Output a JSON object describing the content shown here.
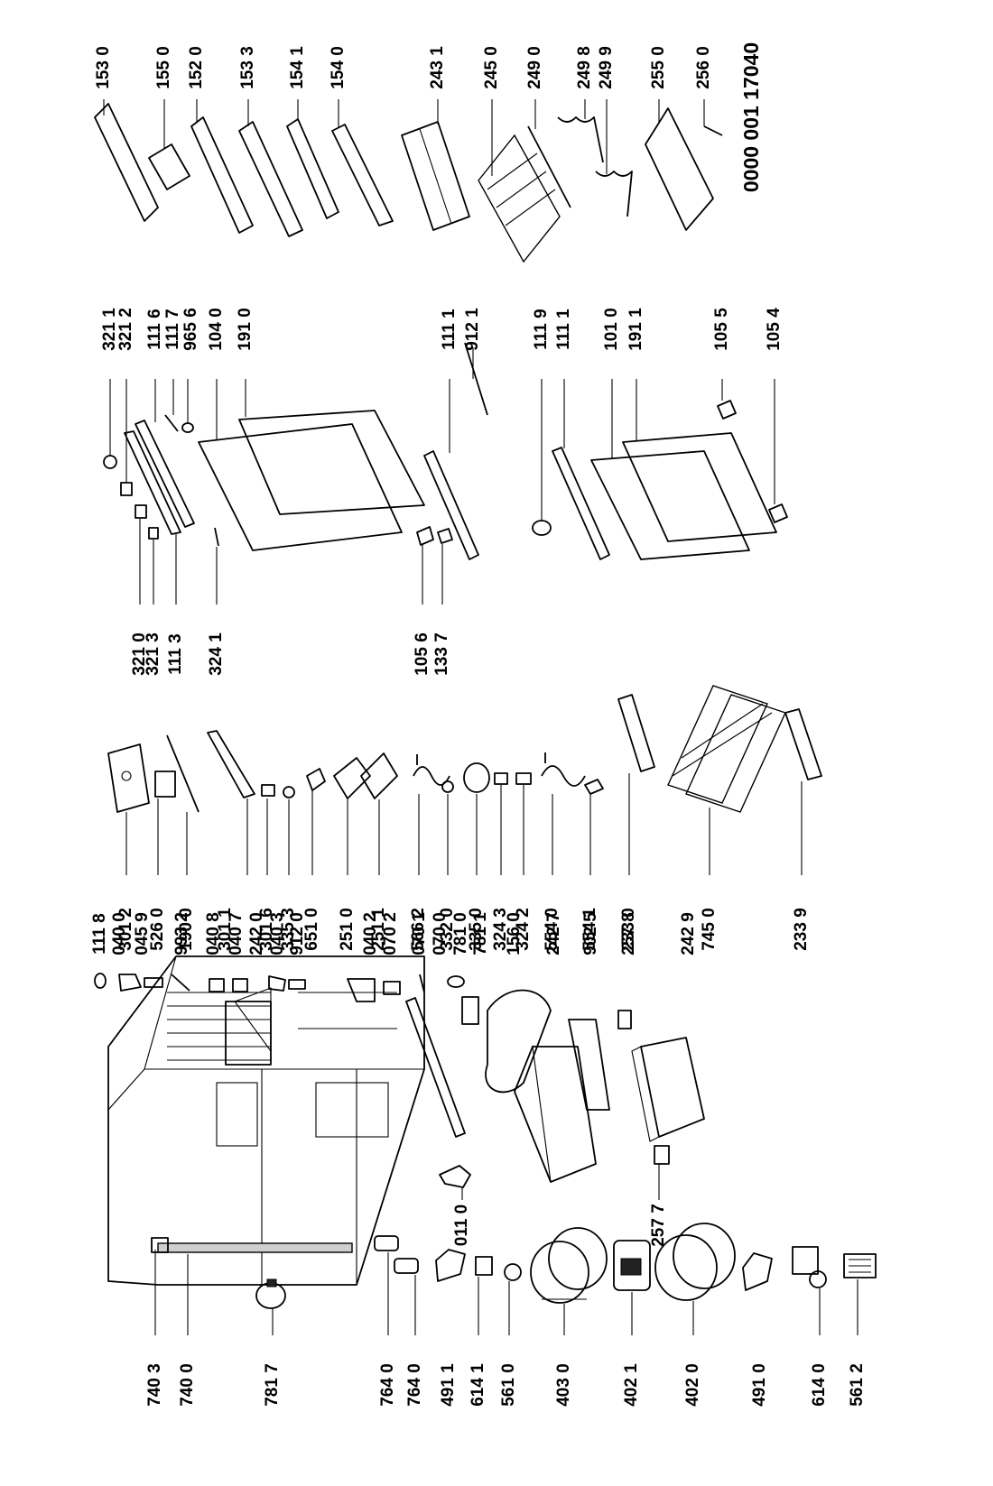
{
  "document_number": "0000 001 17040",
  "labels": [
    "740 3",
    "740 0",
    "781 7",
    "764 0",
    "764 0",
    "491 1",
    "614 1",
    "561 0",
    "403 0",
    "402 1",
    "402 0",
    "491 0",
    "614 0",
    "561 2",
    "011 0",
    "257 7",
    "111 8",
    "040 0",
    "045 9",
    "993 2",
    "040 8",
    "040 7",
    "242 0",
    "040 3",
    "912 0",
    "040 2",
    "070 2",
    "070 1",
    "070 0",
    "781 0",
    "781 1",
    "156 0",
    "242 7",
    "902 5",
    "257 8",
    "242 9",
    "301 2",
    "526 0",
    "190 0",
    "301 1",
    "301 6",
    "335 3",
    "651 0",
    "251 0",
    "251 1",
    "566 2",
    "332 0",
    "335 0",
    "324 3",
    "324 2",
    "554 0",
    "554 1",
    "233 0",
    "745 0",
    "233 9",
    "321 0",
    "321 3",
    "111 3",
    "324 1",
    "105 6",
    "133 7",
    "321 1",
    "321 2",
    "111 6",
    "111 7",
    "965 6",
    "104 0",
    "191 0",
    "111 1",
    "912 1",
    "111 9",
    "111 1",
    "101 0",
    "191 1",
    "105 5",
    "105 4",
    "153 0",
    "155 0",
    "152 0",
    "153 3",
    "154 1",
    "154 0",
    "243 1",
    "245 0",
    "249 0",
    "249 8",
    "249 9",
    "255 0",
    "256 0"
  ]
}
